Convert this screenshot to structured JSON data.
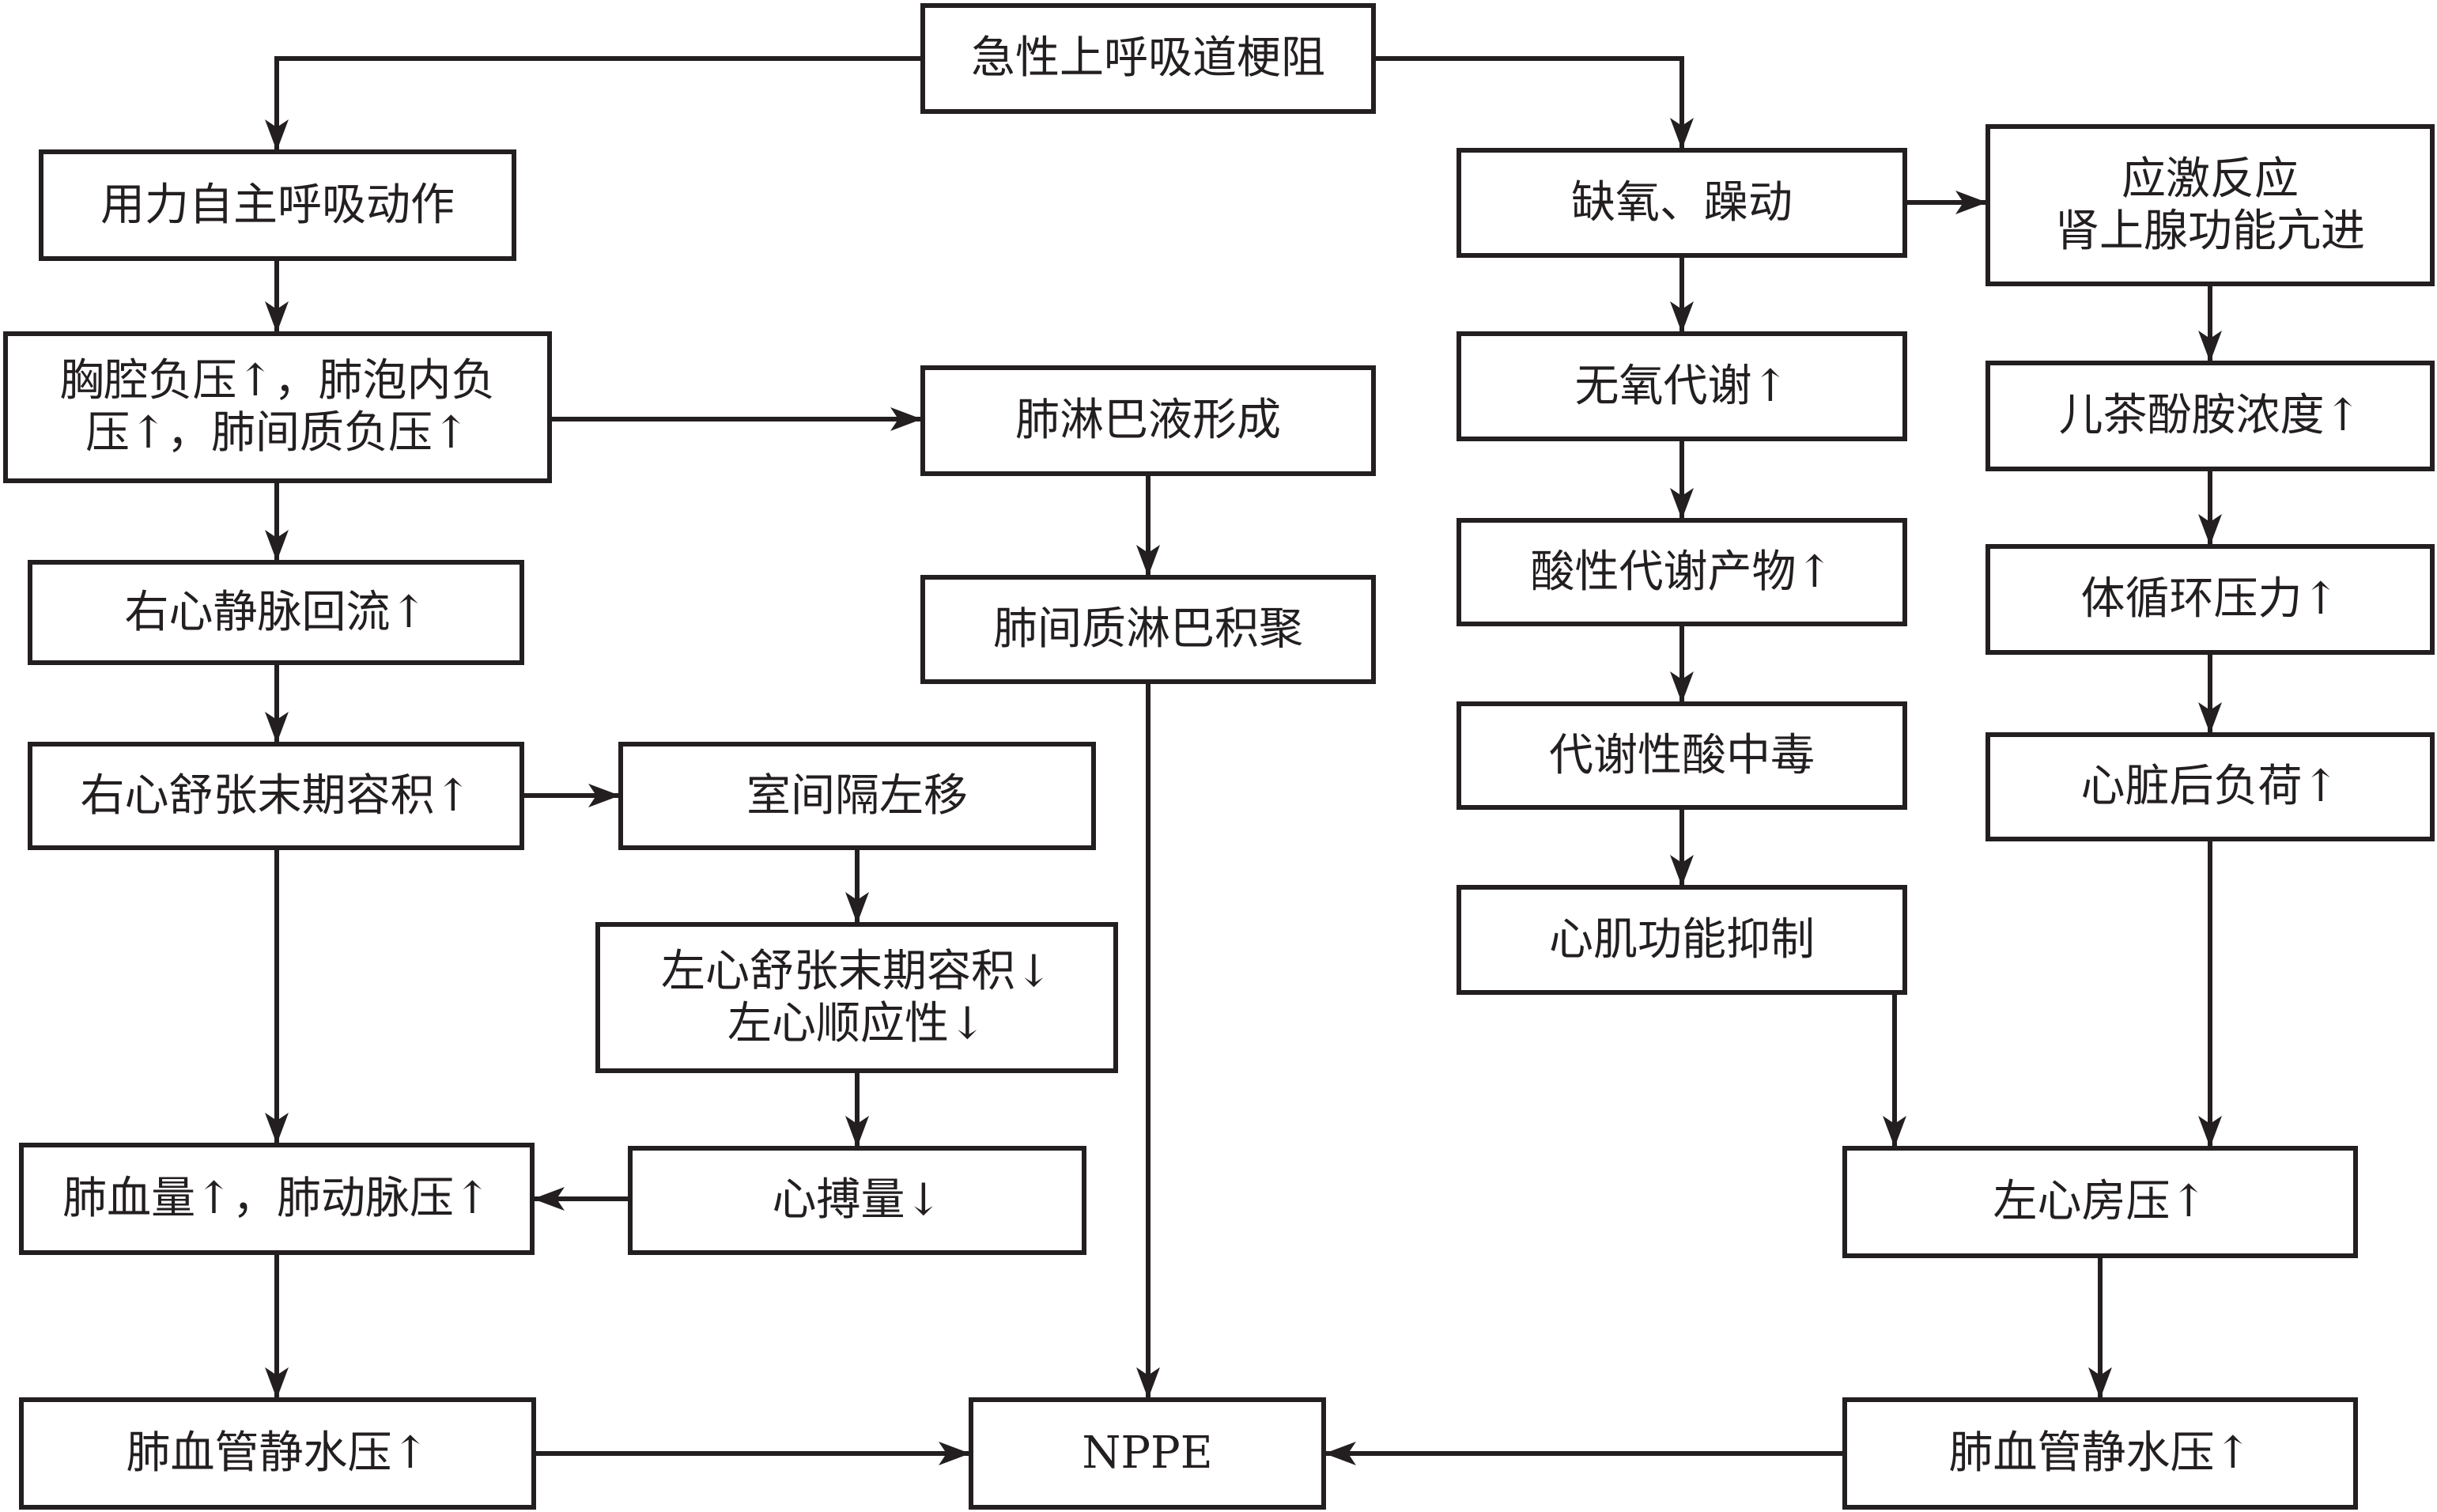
{
  "title": "NPPE pathogenesis flowchart",
  "nodes": {
    "root": {
      "lines": [
        "急性上呼吸道梗阻"
      ]
    },
    "forced_breathing": {
      "lines": [
        "用力自主呼吸动作"
      ]
    },
    "negative_pressure": {
      "lines": [
        "胸腔负压↑，肺泡内负",
        "压↑，肺间质负压↑"
      ]
    },
    "venous_return": {
      "lines": [
        "右心静脉回流↑"
      ]
    },
    "rv_edv": {
      "lines": [
        "右心舒张末期容积↑"
      ]
    },
    "septum_shift": {
      "lines": [
        "室间隔左移"
      ]
    },
    "lv_edv": {
      "lines": [
        "左心舒张末期容积↓",
        "左心顺应性↓"
      ]
    },
    "stroke_volume": {
      "lines": [
        "心搏量↓"
      ]
    },
    "pulm_blood": {
      "lines": [
        "肺血量↑，肺动脉压↑"
      ]
    },
    "pulm_hydro_left": {
      "lines": [
        "肺血管静水压↑"
      ]
    },
    "nppe": {
      "lines": [
        "NPPE"
      ]
    },
    "lymph_formation": {
      "lines": [
        "肺淋巴液形成"
      ]
    },
    "lymph_accum": {
      "lines": [
        "肺间质淋巴积聚"
      ]
    },
    "hypoxia": {
      "lines": [
        "缺氧、躁动"
      ]
    },
    "stress": {
      "lines": [
        "应激反应",
        "肾上腺功能亢进"
      ]
    },
    "anaerobic": {
      "lines": [
        "无氧代谢↑"
      ]
    },
    "catecholamine": {
      "lines": [
        "儿茶酚胺浓度↑"
      ]
    },
    "acid_products": {
      "lines": [
        "酸性代谢产物↑"
      ]
    },
    "systemic_pressure": {
      "lines": [
        "体循环压力↑"
      ]
    },
    "acidosis": {
      "lines": [
        "代谢性酸中毒"
      ]
    },
    "afterload": {
      "lines": [
        "心脏后负荷↑"
      ]
    },
    "myocardial": {
      "lines": [
        "心肌功能抑制"
      ]
    },
    "la_pressure": {
      "lines": [
        "左心房压↑"
      ]
    },
    "pulm_hydro_right": {
      "lines": [
        "肺血管静水压↑"
      ]
    }
  },
  "edges": [
    [
      "root",
      "forced_breathing"
    ],
    [
      "root",
      "hypoxia"
    ],
    [
      "forced_breathing",
      "negative_pressure"
    ],
    [
      "negative_pressure",
      "venous_return"
    ],
    [
      "negative_pressure",
      "lymph_formation"
    ],
    [
      "venous_return",
      "rv_edv"
    ],
    [
      "rv_edv",
      "septum_shift"
    ],
    [
      "rv_edv",
      "pulm_blood"
    ],
    [
      "septum_shift",
      "lv_edv"
    ],
    [
      "lv_edv",
      "stroke_volume"
    ],
    [
      "stroke_volume",
      "pulm_blood"
    ],
    [
      "pulm_blood",
      "pulm_hydro_left"
    ],
    [
      "pulm_hydro_left",
      "nppe"
    ],
    [
      "lymph_formation",
      "lymph_accum"
    ],
    [
      "lymph_accum",
      "nppe"
    ],
    [
      "hypoxia",
      "stress"
    ],
    [
      "hypoxia",
      "anaerobic"
    ],
    [
      "anaerobic",
      "acid_products"
    ],
    [
      "acid_products",
      "acidosis"
    ],
    [
      "acidosis",
      "myocardial"
    ],
    [
      "myocardial",
      "la_pressure"
    ],
    [
      "stress",
      "catecholamine"
    ],
    [
      "catecholamine",
      "systemic_pressure"
    ],
    [
      "systemic_pressure",
      "afterload"
    ],
    [
      "afterload",
      "la_pressure"
    ],
    [
      "la_pressure",
      "pulm_hydro_right"
    ],
    [
      "pulm_hydro_right",
      "nppe"
    ]
  ]
}
